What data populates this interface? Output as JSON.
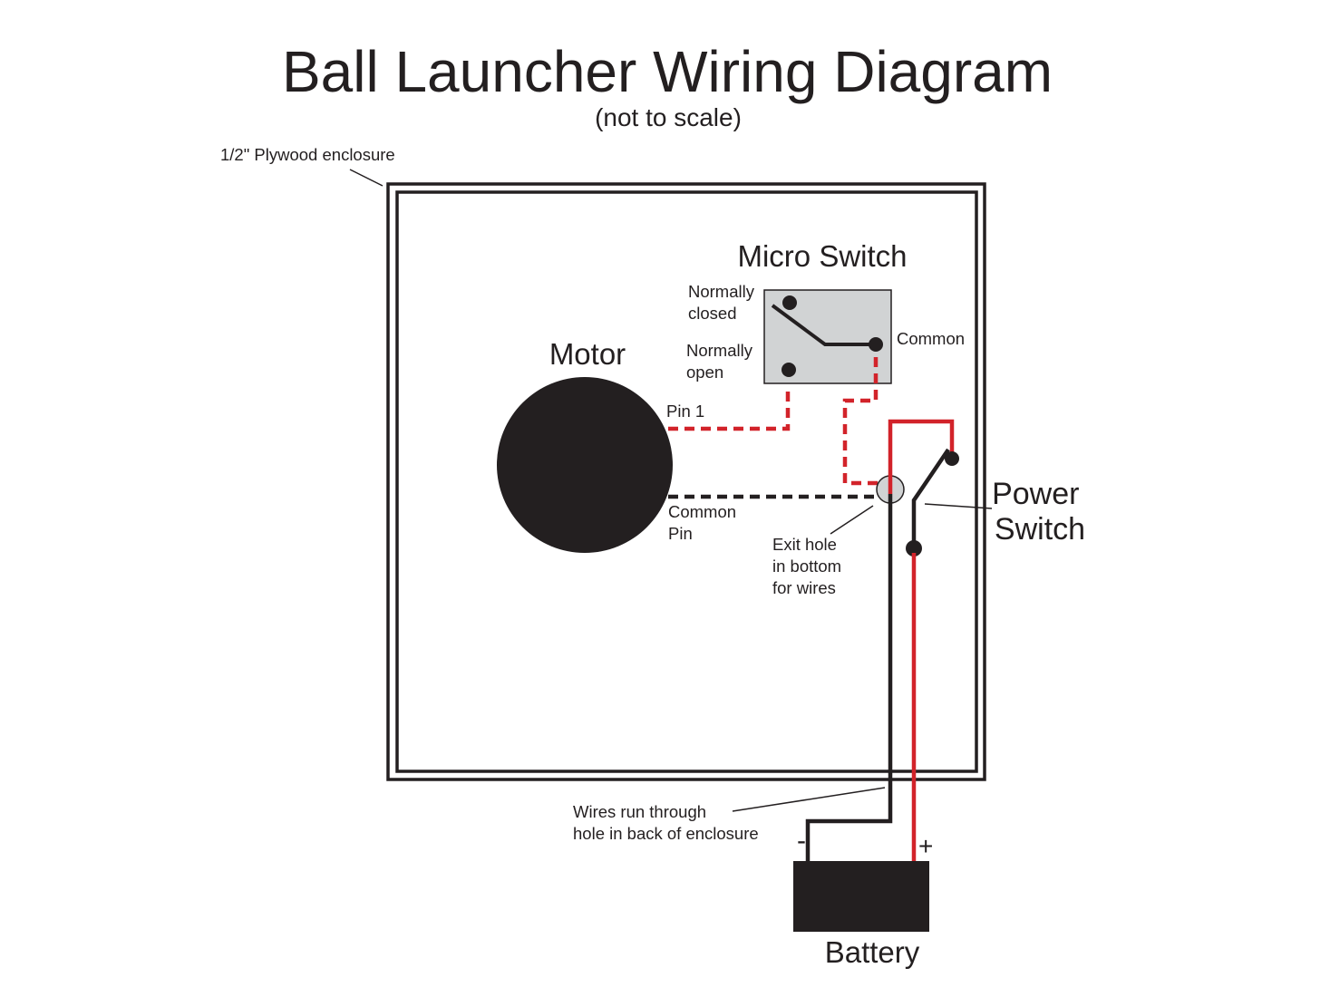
{
  "title": "Ball Launcher Wiring Diagram",
  "subtitle": "(not to scale)",
  "labels": {
    "enclosure": "1/2\" Plywood enclosure",
    "micro_switch": "Micro Switch",
    "normally_closed": [
      "Normally",
      "closed"
    ],
    "normally_open": [
      "Normally",
      "open"
    ],
    "common": "Common",
    "motor": "Motor",
    "pin1": "Pin 1",
    "common_pin": [
      "Common",
      "Pin"
    ],
    "exit_hole": [
      "Exit hole",
      "in bottom",
      "for wires"
    ],
    "power_switch": [
      "Power",
      "Switch"
    ],
    "wires_run": [
      "Wires run through",
      "hole in back of enclosure"
    ],
    "minus": "-",
    "plus": "+",
    "battery": "Battery"
  },
  "colors": {
    "ink": "#231f20",
    "red_wire": "#d2232a",
    "switch_fill": "#d1d3d4",
    "enclosure_fill": "#ffffff"
  }
}
